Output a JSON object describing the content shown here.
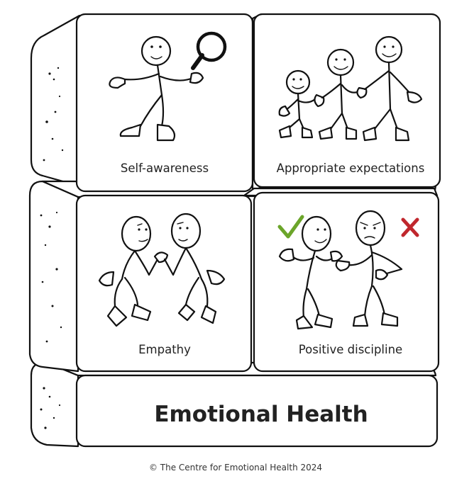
{
  "blocks": [
    {
      "label": "Self-awareness"
    },
    {
      "label": "Appropriate expectations"
    },
    {
      "label": "Empathy"
    },
    {
      "label": "Positive discipline"
    }
  ],
  "base": {
    "label": "Emotional Health"
  },
  "footer": {
    "copyright": "© The Centre for Emotional Health 2024"
  },
  "icons": {
    "approve": "checkmark-icon",
    "reject": "cross-icon",
    "magnifier": "magnifying-glass-icon"
  },
  "colors": {
    "check": "#6ba52a",
    "cross": "#c0272d",
    "ink": "#111111"
  }
}
